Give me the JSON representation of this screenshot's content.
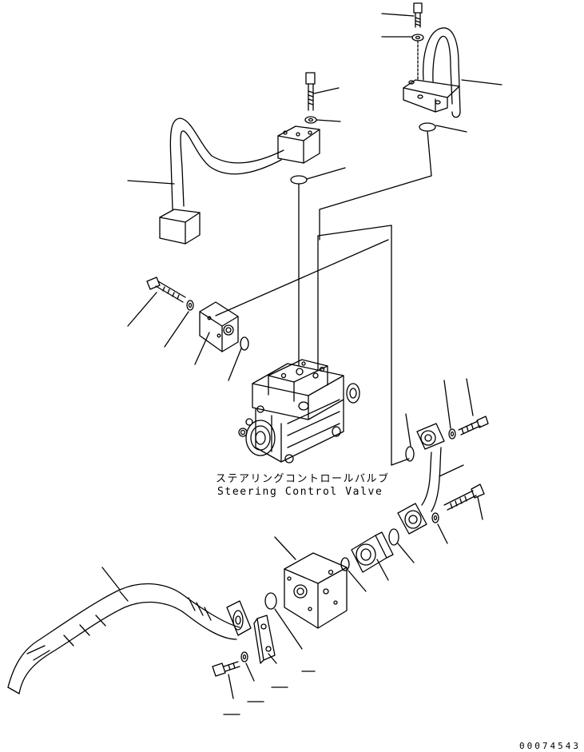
{
  "diagram": {
    "caption_japanese": "ステアリングコントロールバルブ",
    "caption_english": "Steering Control Valve",
    "figure_number": "00074543",
    "line_color": "#000000",
    "background_color": "#ffffff"
  }
}
